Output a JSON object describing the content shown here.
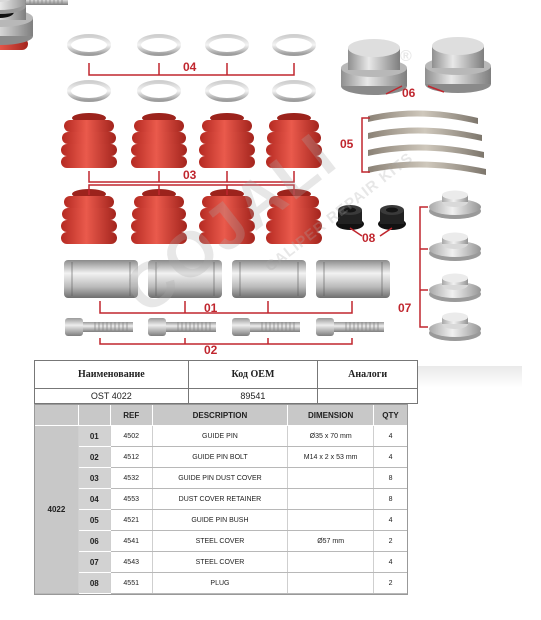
{
  "callouts": {
    "c01": "01",
    "c02": "02",
    "c03": "03",
    "c04": "04",
    "c05": "05",
    "c06": "06",
    "c07": "07",
    "c08": "08"
  },
  "watermark": {
    "brand": "COJALI",
    "reg": "®",
    "tagline": "CALIPER REPAIR KITS"
  },
  "header_table": {
    "headers": [
      "Наименование",
      "Код OEM",
      "Аналоги"
    ],
    "row": [
      "OST 4022",
      "89541",
      ""
    ]
  },
  "parts_table": {
    "group": "4022",
    "headers": [
      "REF",
      "DESCRIPTION",
      "DIMENSION",
      "QTY"
    ],
    "rows": [
      {
        "num": "01",
        "ref": "4502",
        "desc": "GUIDE PIN",
        "dim": "Ø35 x 70 mm",
        "qty": "4"
      },
      {
        "num": "02",
        "ref": "4512",
        "desc": "GUIDE PIN BOLT",
        "dim": "M14 x 2 x 53 mm",
        "qty": "4"
      },
      {
        "num": "03",
        "ref": "4532",
        "desc": "GUIDE PIN DUST COVER",
        "dim": "",
        "qty": "8"
      },
      {
        "num": "04",
        "ref": "4553",
        "desc": "DUST COVER RETAINER",
        "dim": "",
        "qty": "8"
      },
      {
        "num": "05",
        "ref": "4521",
        "desc": "GUIDE PIN BUSH",
        "dim": "",
        "qty": "4"
      },
      {
        "num": "06",
        "ref": "4541",
        "desc": "STEEL COVER",
        "dim": "Ø57 mm",
        "qty": "2"
      },
      {
        "num": "07",
        "ref": "4543",
        "desc": "STEEL COVER",
        "dim": "",
        "qty": "4"
      },
      {
        "num": "08",
        "ref": "4551",
        "desc": "PLUG",
        "dim": "",
        "qty": "2"
      }
    ]
  },
  "colors": {
    "callout_red": "#c0262e",
    "boot_red": "#d8453a",
    "header_grey": "#c8c8c8"
  }
}
